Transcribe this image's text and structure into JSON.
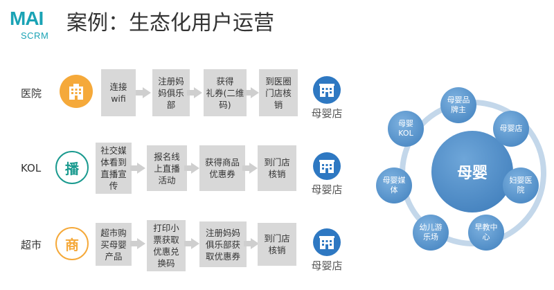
{
  "logo": {
    "mark": "MAI",
    "sub": "SCRM"
  },
  "title": "案例：生态化用户运营",
  "rows": [
    {
      "label": "医院",
      "icon": "hospital-building-icon",
      "icon_text": "",
      "steps": [
        "连接\nwifi",
        "注册妈\n妈俱乐\n部",
        "获得\n礼券(二维\n码)",
        "到医圈\n门店核\n销"
      ],
      "store": "母婴店"
    },
    {
      "label": "KOL",
      "icon": "broadcast-char-icon",
      "icon_text": "播",
      "steps": [
        "社交媒\n体看到\n直播宣\n传",
        "报名线\n上直播\n活动",
        "获得商品\n优惠券",
        "到门店\n核销"
      ],
      "store": "母婴店"
    },
    {
      "label": "超市",
      "icon": "commerce-char-icon",
      "icon_text": "商",
      "steps": [
        "超市购\n买母婴\n产品",
        "打印小\n票获取\n优惠兑\n换码",
        "注册妈妈\n俱乐部获\n取优惠券",
        "到门店\n核销"
      ],
      "store": "母婴店"
    }
  ],
  "ring": {
    "center": "母婴",
    "nodes": [
      "母婴品\n牌主",
      "母婴店",
      "妇婴医\n院",
      "早教中\n心",
      "幼儿游\n乐场",
      "母婴媒\n体",
      "母婴\nKOL"
    ]
  },
  "colors": {
    "orange": "#f5a93a",
    "teal": "#1a9a8f",
    "brand": "#1aa3b5",
    "store_blue": "#2e78c2",
    "node_blue": "#4a89c6"
  }
}
